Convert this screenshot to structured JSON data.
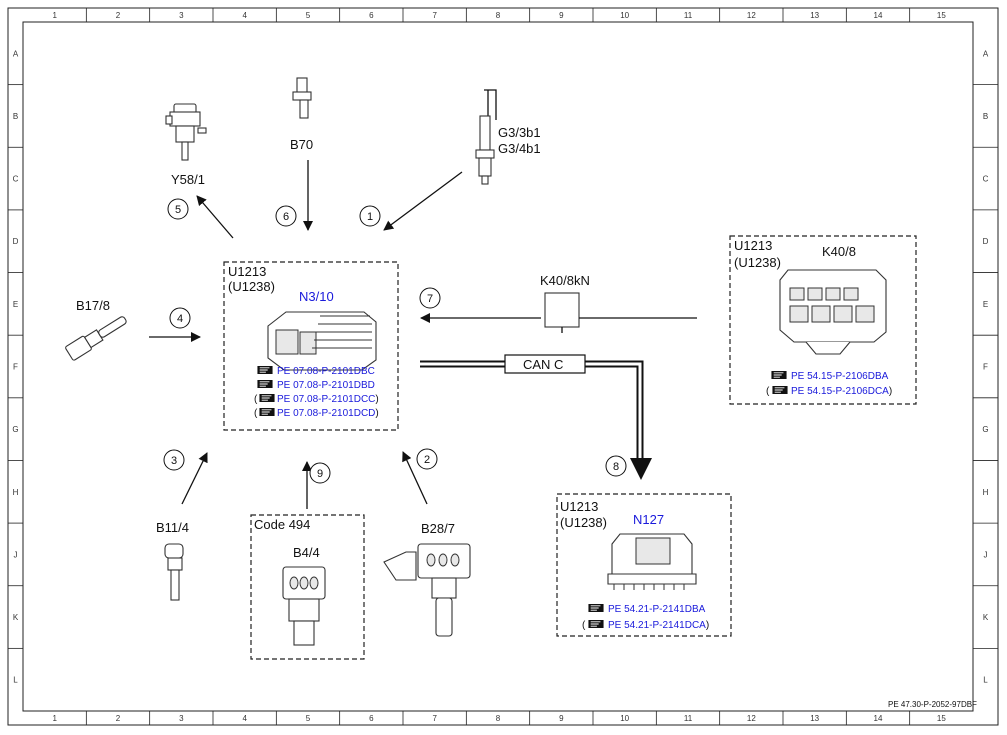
{
  "grid": {
    "columns": [
      "1",
      "2",
      "3",
      "4",
      "5",
      "6",
      "7",
      "8",
      "9",
      "10",
      "11",
      "12",
      "13",
      "14",
      "15"
    ],
    "rows": [
      "A",
      "B",
      "C",
      "D",
      "E",
      "F",
      "G",
      "H",
      "J",
      "K",
      "L"
    ]
  },
  "document_ref": "PE 47.30-P-2052-97DBF",
  "central_unit": {
    "code1": "U1213",
    "code2": "(U1238)",
    "name": "N3/10",
    "refs": [
      {
        "prefix": "",
        "text": "PE 07.08-P-2101DBC",
        "suffix": ""
      },
      {
        "prefix": "",
        "text": "PE 07.08-P-2101DBD",
        "suffix": ""
      },
      {
        "prefix": "(",
        "text": "PE 07.08-P-2101DCC",
        "suffix": ")"
      },
      {
        "prefix": "(",
        "text": "PE 07.08-P-2101DCD",
        "suffix": ")"
      }
    ]
  },
  "right_unit": {
    "code1": "U1213",
    "code2": "(U1238)",
    "name": "K40/8",
    "refs": [
      {
        "prefix": "",
        "text": "PE 54.15-P-2106DBA",
        "suffix": ""
      },
      {
        "prefix": "(",
        "text": "PE 54.15-P-2106DCA",
        "suffix": ")"
      }
    ]
  },
  "bottom_unit": {
    "code1": "U1213",
    "code2": "(U1238)",
    "name": "N127",
    "refs": [
      {
        "prefix": "",
        "text": "PE 54.21-P-2141DBA",
        "suffix": ""
      },
      {
        "prefix": "(",
        "text": "PE 54.21-P-2141DCA",
        "suffix": ")"
      }
    ]
  },
  "code_box": {
    "title": "Code 494",
    "component": "B4/4"
  },
  "relay_label": "K40/8kN",
  "bus_label": "CAN C",
  "components": {
    "y58": "Y58/1",
    "b70": "B70",
    "g3_1": "G3/3b1",
    "g3_2": "G3/4b1",
    "b17": "B17/8",
    "b11": "B11/4",
    "b28": "B28/7"
  },
  "signals": [
    "1",
    "2",
    "3",
    "4",
    "5",
    "6",
    "7",
    "8",
    "9"
  ]
}
